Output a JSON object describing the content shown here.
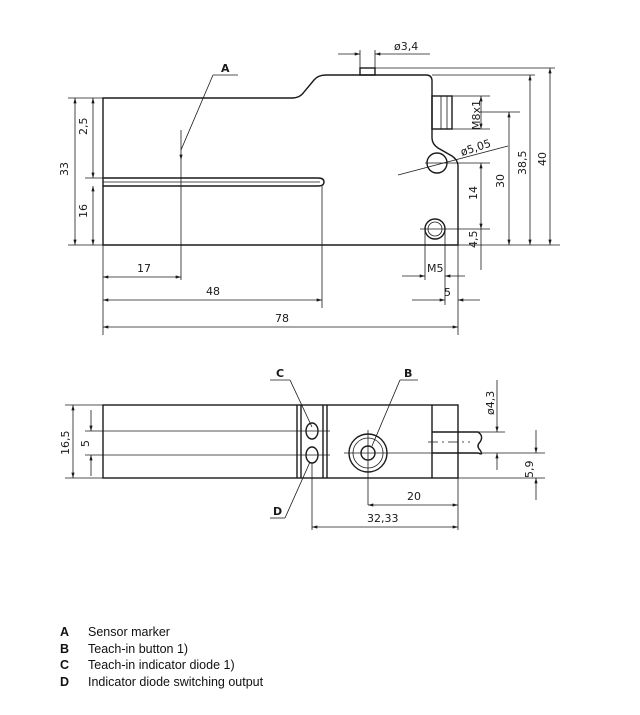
{
  "top_view": {
    "marker_label": "A",
    "dims": {
      "d3_4": "ø3,4",
      "m8x1": "M8x1",
      "d5_05": "ø5,05",
      "d33": "33",
      "d2_5": "2,5",
      "d16": "16",
      "d14": "14",
      "d30": "30",
      "d38_5": "38,5",
      "d40": "40",
      "d4_5": "4,5",
      "m5": "M5",
      "d5": "5",
      "d17": "17",
      "d48": "48",
      "d78": "78"
    }
  },
  "bottom_view": {
    "labels": {
      "b": "B",
      "c": "C",
      "d": "D"
    },
    "dims": {
      "d16_5": "16,5",
      "d5": "5",
      "d4_3": "ø4,3",
      "d5_9": "5,9",
      "d20": "20",
      "d32_33": "32,33"
    }
  },
  "legend": [
    {
      "key": "A",
      "text": "Sensor marker"
    },
    {
      "key": "B",
      "text": "Teach-in button 1)"
    },
    {
      "key": "C",
      "text": "Teach-in indicator diode 1)"
    },
    {
      "key": "D",
      "text": "Indicator diode switching output"
    }
  ]
}
